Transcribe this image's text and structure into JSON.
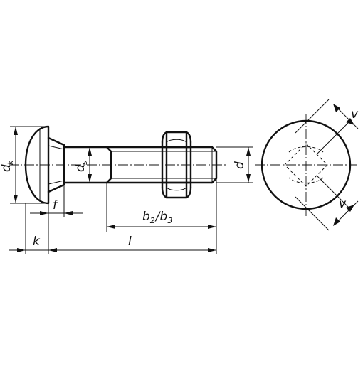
{
  "dimensions": {
    "dk": {
      "main": "d",
      "sub": "k"
    },
    "ds": {
      "main": "d",
      "sub": "s"
    },
    "d": "d",
    "f": "f",
    "k": "k",
    "l": "l",
    "b": {
      "p1": "b",
      "s1": "2",
      "sep": "/",
      "p2": "b",
      "s2": "3"
    },
    "v_top": "v",
    "v_bottom": "v"
  }
}
